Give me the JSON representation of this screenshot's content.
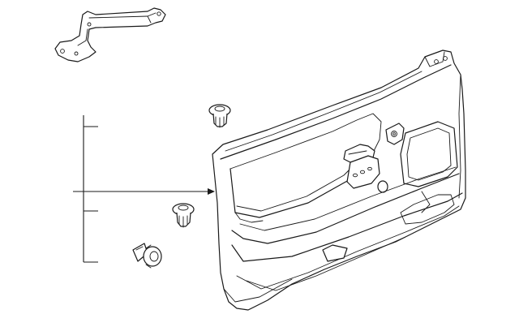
{
  "diagram": {
    "parts": [
      {
        "id": "bracket",
        "icon": "door-panel-bracket-icon"
      },
      {
        "id": "push-pin-upper",
        "icon": "push-pin-clip-icon"
      },
      {
        "id": "push-pin-lower",
        "icon": "push-pin-clip-icon"
      },
      {
        "id": "retainer",
        "icon": "trim-retainer-icon"
      },
      {
        "id": "door-trim-panel",
        "icon": "door-trim-panel-icon"
      }
    ],
    "callout": {
      "leaders": 4,
      "target": "door-trim-panel"
    },
    "colors": {
      "line": "#1a1a1a",
      "background": "#ffffff"
    }
  }
}
